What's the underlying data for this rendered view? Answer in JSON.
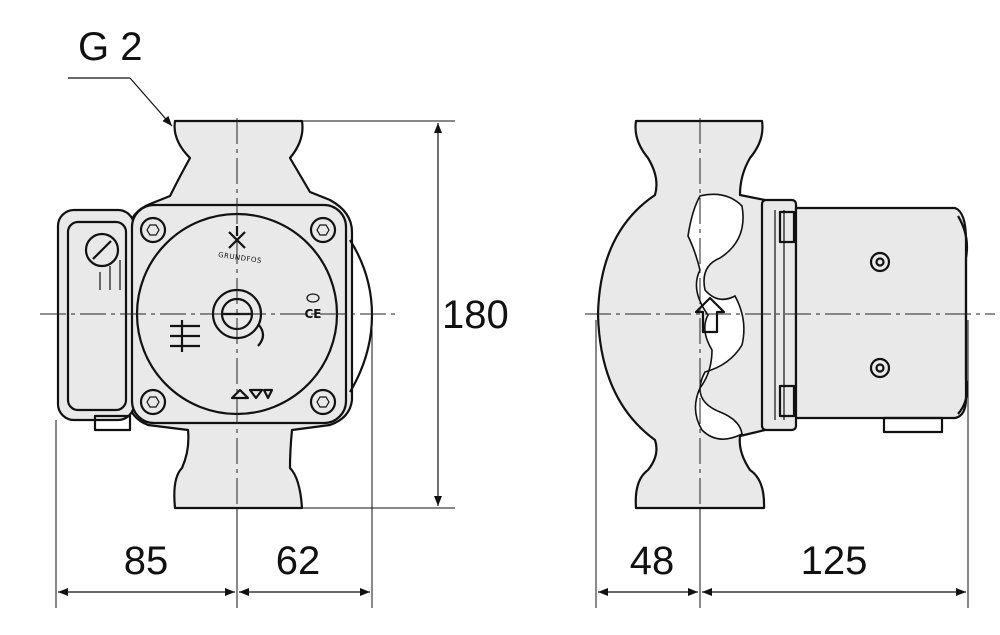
{
  "thread_label": "G 2",
  "dimensions": {
    "height": "180",
    "left_width": "85",
    "right_width": "62",
    "side_depth": "48",
    "side_length": "125"
  },
  "nameplate": {
    "brand": "GRUNDFOS",
    "mark": "CE"
  }
}
